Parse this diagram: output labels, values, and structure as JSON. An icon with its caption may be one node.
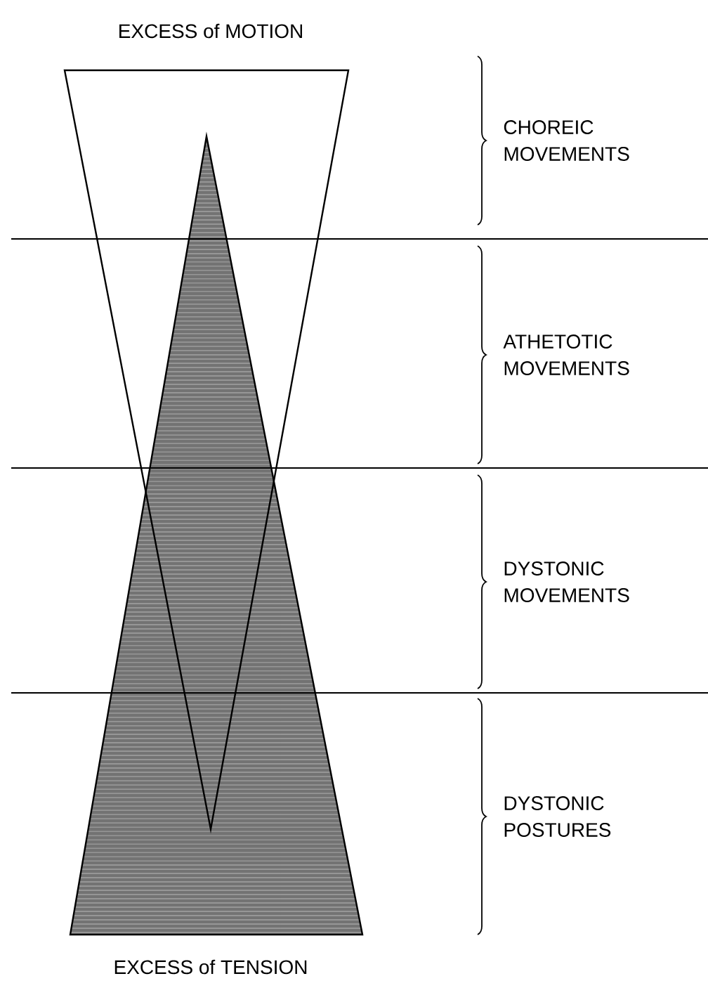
{
  "diagram": {
    "labels": [
      "EXCESS of MOTION",
      "CHOREIC MOVEMENTS",
      "ATHETOTIC MOVEMENTS",
      "DYSTONIC MOVEMENTS",
      "DYSTONIC POSTURES",
      "EXCESS of TENSION"
    ]
  }
}
